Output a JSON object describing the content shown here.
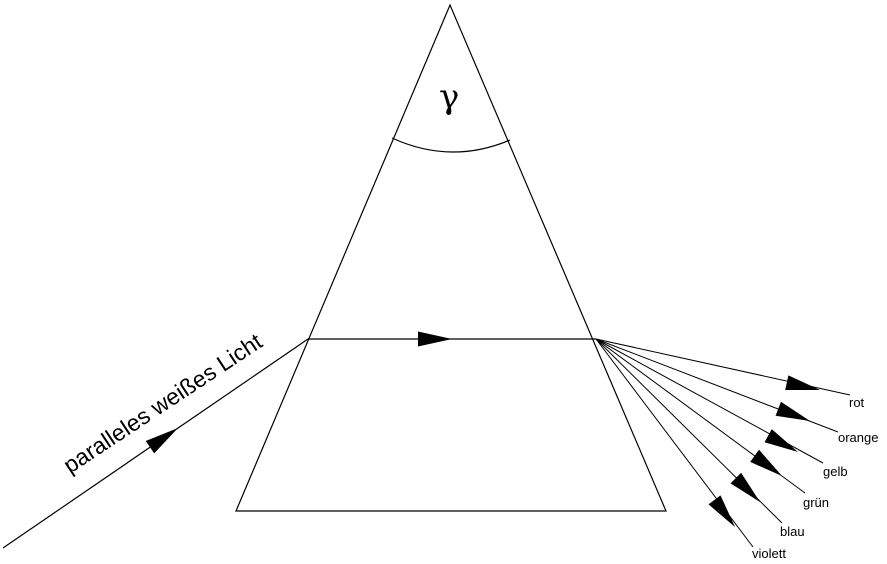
{
  "title": "Dispersion am Prisma",
  "apex_angle_symbol": "γ",
  "incoming_label": "paralleles weißes Licht",
  "colors": [
    "rot",
    "orange",
    "gelb",
    "grün",
    "blau",
    "violett"
  ],
  "line_color": "#000000"
}
